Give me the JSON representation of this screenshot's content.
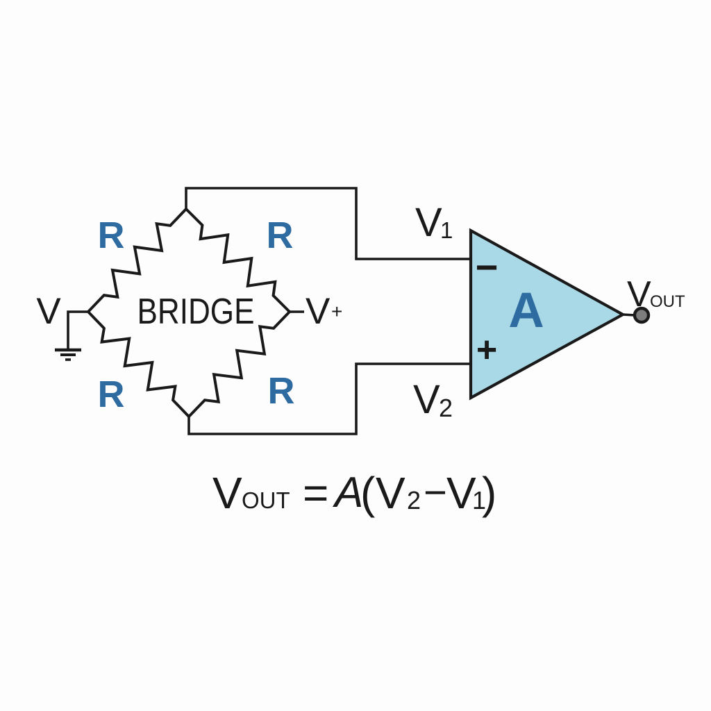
{
  "colors": {
    "background": "#fdfdfd",
    "line": "#1a1a1a",
    "accent_blue": "#2d6ba1",
    "opamp_fill": "#a9d8e6",
    "terminal_dot_fill": "#7d7d7d"
  },
  "bridge": {
    "label": "BRIDGE",
    "excitation": "V",
    "sense": {
      "base": "V",
      "sign": "+"
    },
    "resistors": {
      "top_left": "R",
      "top_right": "R",
      "bottom_left": "R",
      "bottom_right": "R"
    }
  },
  "opamp": {
    "gain": "A",
    "inverting_sign": "−",
    "noninverting_sign": "+",
    "input_top": {
      "base": "V",
      "sub": "1"
    },
    "input_bottom": {
      "base": "V",
      "sub": "2"
    },
    "output": {
      "base": "V",
      "sub": "OUT"
    }
  },
  "formula": {
    "lhs": {
      "base": "V",
      "sub": "OUT"
    },
    "equals": "=",
    "gain": "A",
    "open_paren": "(",
    "term2": {
      "base": "V",
      "sub": "2"
    },
    "minus": "−",
    "term1": {
      "base": "V",
      "sub": "1"
    },
    "close_paren": ")"
  }
}
